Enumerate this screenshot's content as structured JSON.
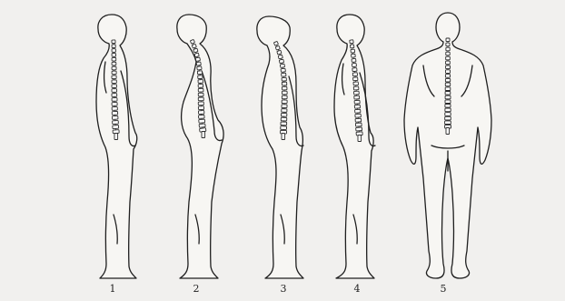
{
  "figures": [
    {
      "label": "1",
      "view": "side"
    },
    {
      "label": "2",
      "view": "side"
    },
    {
      "label": "3",
      "view": "side"
    },
    {
      "label": "4",
      "view": "side"
    },
    {
      "label": "5",
      "view": "back"
    }
  ],
  "colors": {
    "background": "#f1f0ee",
    "outline": "#1f1f1f",
    "spine_fill": "#ffffff"
  }
}
